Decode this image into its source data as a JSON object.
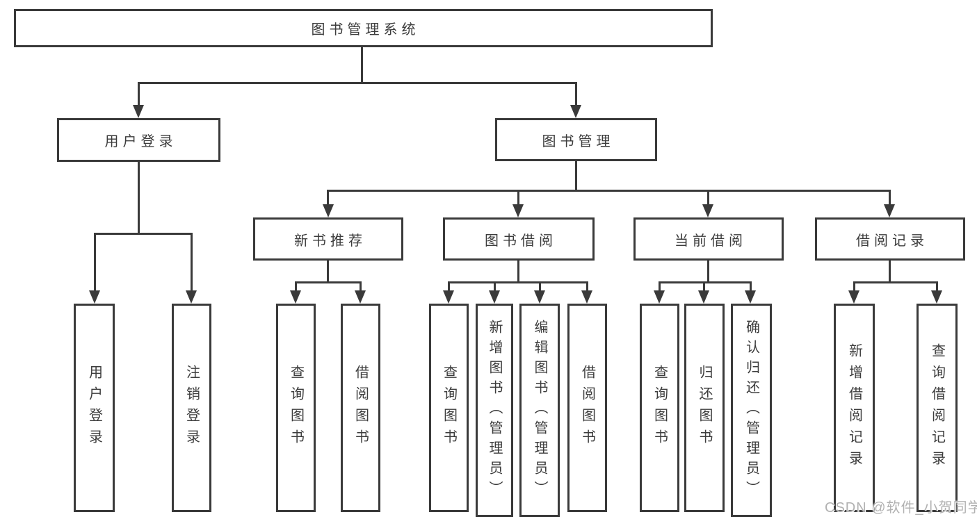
{
  "tree": {
    "root": {
      "label": "图书管理系统",
      "children": [
        {
          "label": "用户登录",
          "children": [
            {
              "label": "用户登录"
            },
            {
              "label": "注销登录"
            }
          ]
        },
        {
          "label": "图书管理",
          "children": [
            {
              "label": "新书推荐",
              "children": [
                {
                  "label": "查询图书"
                },
                {
                  "label": "借阅图书"
                }
              ]
            },
            {
              "label": "图书借阅",
              "children": [
                {
                  "label": "查询图书"
                },
                {
                  "label": "新增图书（管理员）"
                },
                {
                  "label": "编辑图书（管理员）"
                },
                {
                  "label": "借阅图书"
                }
              ]
            },
            {
              "label": "当前借阅",
              "children": [
                {
                  "label": "查询图书"
                },
                {
                  "label": "归还图书"
                },
                {
                  "label": "确认归还（管理员）"
                }
              ]
            },
            {
              "label": "借阅记录",
              "children": [
                {
                  "label": "新增借阅记录"
                },
                {
                  "label": "查询借阅记录"
                }
              ]
            }
          ]
        }
      ]
    }
  },
  "watermark": {
    "text": "CSDN @软件_小贺同学"
  },
  "colors": {
    "line": "#3a3a3a",
    "text": "#3c3c3c",
    "watermark": "#b1b1b1",
    "background": "#ffffff"
  }
}
